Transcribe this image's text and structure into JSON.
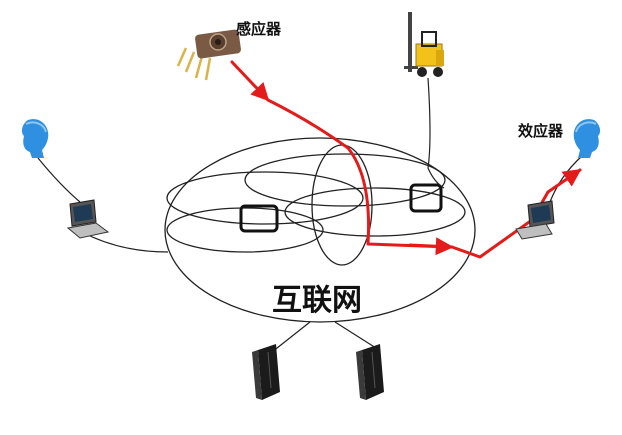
{
  "labels": {
    "sensor": "感应器",
    "effector": "效应器",
    "internet": "互联网"
  },
  "icons": {
    "sensor": "sensor-chip-icon",
    "forklift": "forklift-icon",
    "user_left": "user-head-icon",
    "user_right": "user-head-icon",
    "laptop_left": "laptop-icon",
    "laptop_right": "laptop-icon",
    "server_left": "server-tower-icon",
    "server_right": "server-tower-icon"
  },
  "colors": {
    "path": "#e41b1b",
    "line": "#222222",
    "head": "#2f8fe0",
    "forklift": "#f2c21a",
    "chip": "#7a5a44",
    "pins": "#d8b44a"
  }
}
